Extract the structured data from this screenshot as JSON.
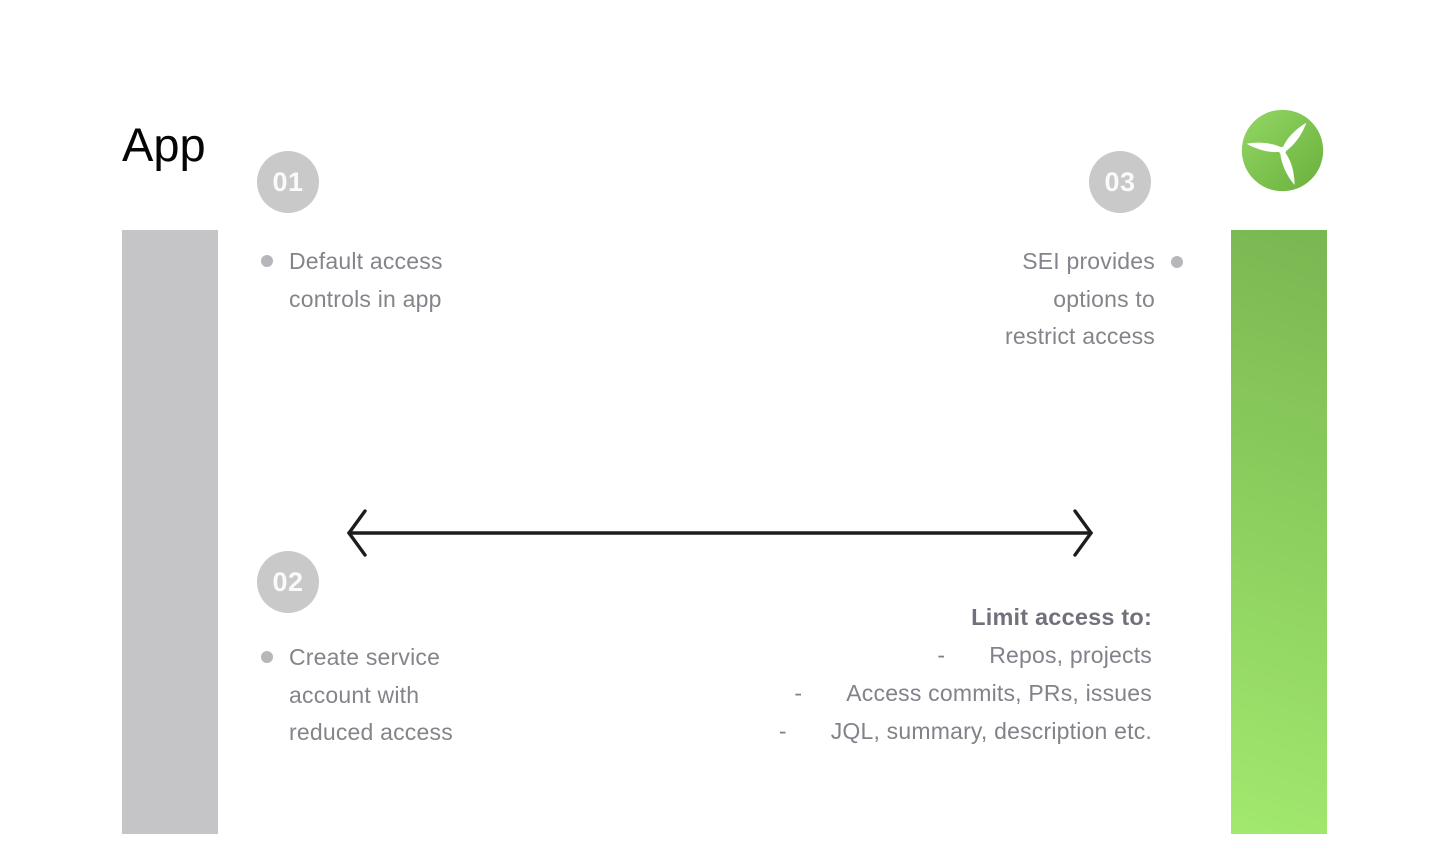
{
  "title": "App",
  "steps": [
    {
      "number": "01",
      "text": "Default access\ncontrols in app"
    },
    {
      "number": "02",
      "text": "Create service\naccount with\nreduced access"
    },
    {
      "number": "03",
      "text": "SEI provides\noptions to\nrestrict access"
    }
  ],
  "limit": {
    "heading": "Limit access to:",
    "items": [
      {
        "dash": "-",
        "text": "Repos, projects"
      },
      {
        "dash": "-",
        "text": "Access commits, PRs, issues"
      },
      {
        "dash": "-",
        "text": "JQL, summary, description etc."
      }
    ]
  },
  "icons": {
    "logo": "propeller-icon",
    "arrow": "double-headed-arrow"
  },
  "colors": {
    "bar_gray": "#c5c5c7",
    "badge_gray": "#c9c9c9",
    "text_gray": "#84848b",
    "heading_gray": "#71717b",
    "green_top": "#79b751",
    "green_bottom": "#a2e96e",
    "arrow_black": "#1d1d1f",
    "background": "#ffffff"
  }
}
